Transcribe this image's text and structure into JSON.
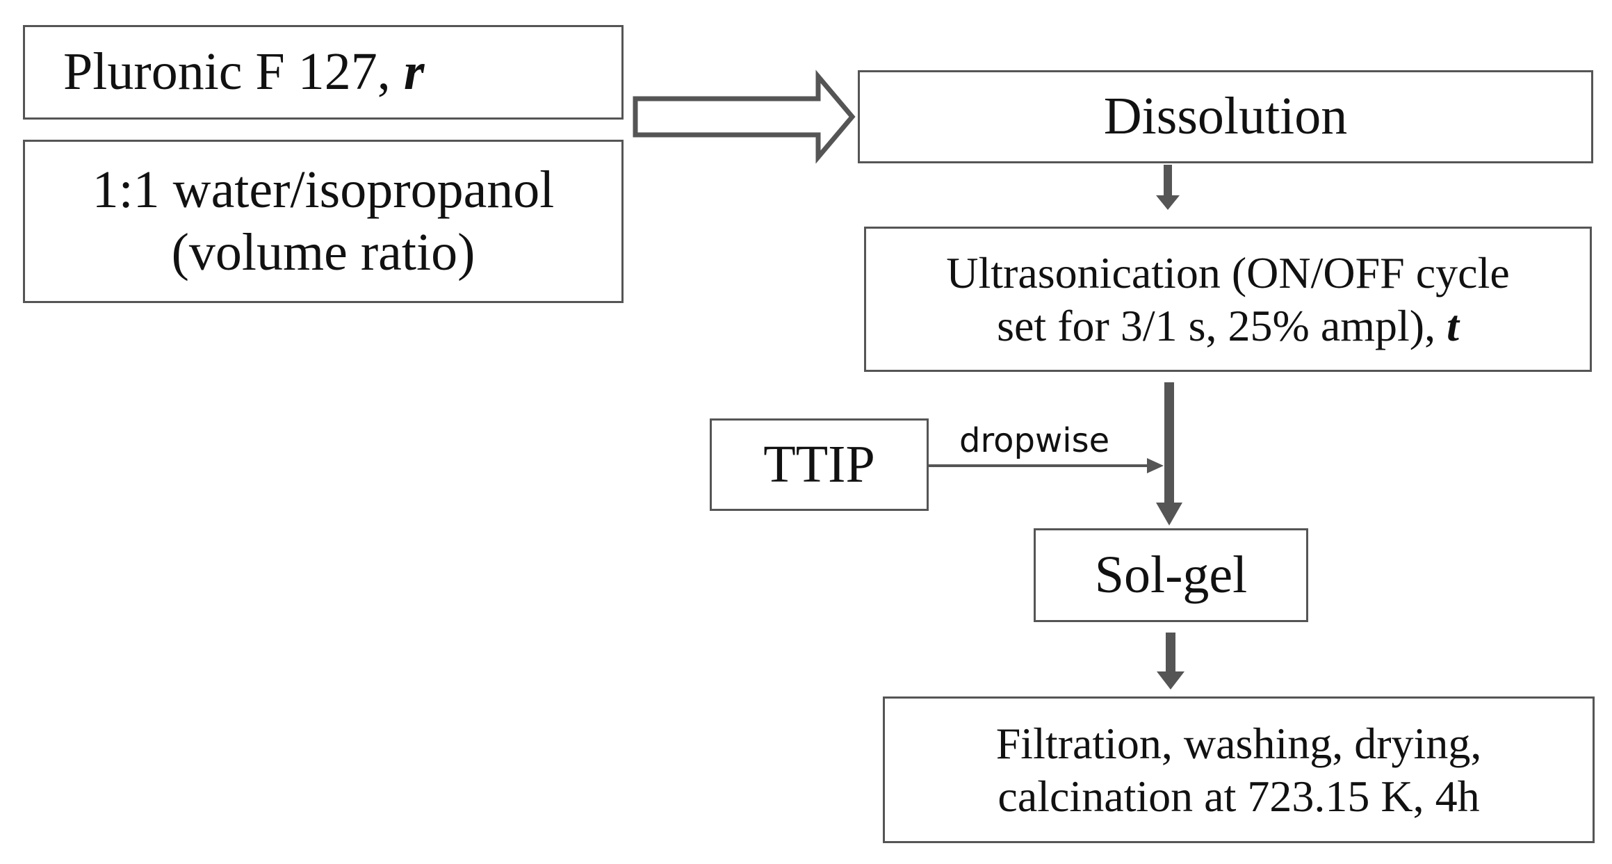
{
  "boxes": {
    "pluronic": {
      "text": "Pluronic F 127, ",
      "variable": "r"
    },
    "solvent": {
      "line1": "1:1 water/isopropanol",
      "line2": "(volume ratio)"
    },
    "dissolution": {
      "text": "Dissolution"
    },
    "ultrasonication": {
      "line1": "Ultrasonication (ON/OFF cycle",
      "line2": "set for 3/1 s, 25% ampl), ",
      "variable": "t"
    },
    "ttip": {
      "text": "TTIP"
    },
    "solgel": {
      "text": "Sol-gel"
    },
    "final": {
      "line1": "Filtration, washing, drying,",
      "line2": "calcination at 723.15 K, 4h"
    }
  },
  "labels": {
    "dropwise": "dropwise"
  },
  "colors": {
    "arrow": "#555555",
    "border": "#555555",
    "text": "#111111"
  }
}
